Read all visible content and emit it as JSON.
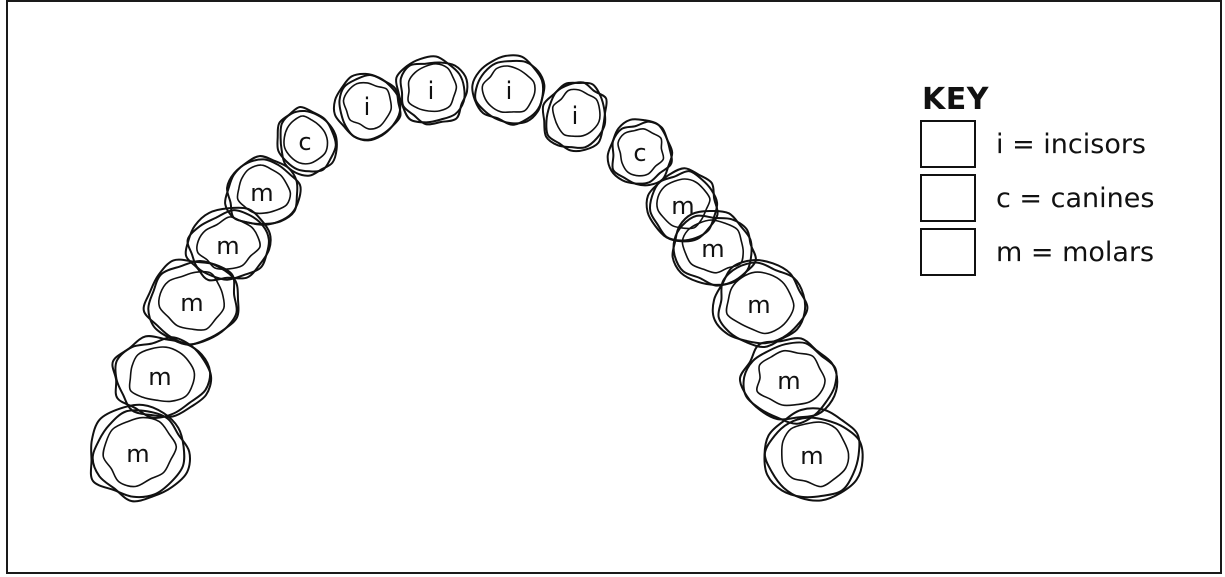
{
  "key": {
    "title": "KEY",
    "items": [
      {
        "symbol": "i",
        "text": "i = incisors"
      },
      {
        "symbol": "c",
        "text": "c = canines"
      },
      {
        "symbol": "m",
        "text": "m = molars"
      }
    ]
  },
  "teeth": [
    {
      "label": "m",
      "type": "molar"
    },
    {
      "label": "m",
      "type": "molar"
    },
    {
      "label": "m",
      "type": "molar"
    },
    {
      "label": "m",
      "type": "molar"
    },
    {
      "label": "m",
      "type": "molar"
    },
    {
      "label": "c",
      "type": "canine"
    },
    {
      "label": "i",
      "type": "incisor"
    },
    {
      "label": "i",
      "type": "incisor"
    },
    {
      "label": "i",
      "type": "incisor"
    },
    {
      "label": "i",
      "type": "incisor"
    },
    {
      "label": "c",
      "type": "canine"
    },
    {
      "label": "m",
      "type": "molar"
    },
    {
      "label": "m",
      "type": "molar"
    },
    {
      "label": "m",
      "type": "molar"
    },
    {
      "label": "m",
      "type": "molar"
    },
    {
      "label": "m",
      "type": "molar"
    }
  ]
}
